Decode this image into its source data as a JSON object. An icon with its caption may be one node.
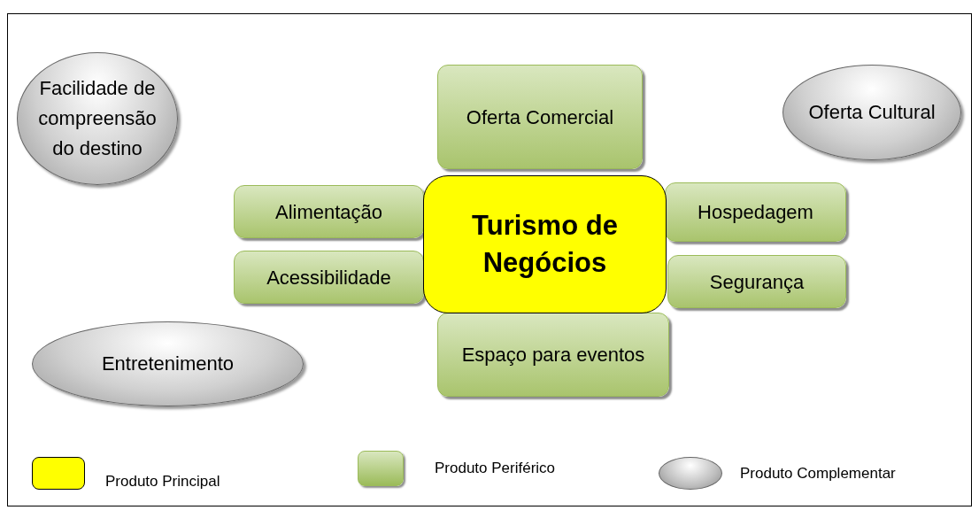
{
  "diagram": {
    "nodes": [
      {
        "text": [
          "Facilidade de compreensão do destino"
        ]
      },
      {
        "text": [
          "Oferta Comercial"
        ]
      },
      {
        "text": [
          "Oferta Cultural"
        ]
      },
      {
        "text": [
          "Alimentação"
        ]
      },
      {
        "text": [
          "Turismo de Negócios"
        ]
      },
      {
        "text": [
          "Hospedagem"
        ]
      },
      {
        "text": [
          "Acessibilidade"
        ]
      },
      {
        "text": [
          "Segurança"
        ]
      },
      {
        "text": [
          "Entretenimento"
        ]
      },
      {
        "text": [
          "Espaço para eventos"
        ]
      }
    ],
    "edges": [],
    "legend": [
      {
        "text": "Produto Principal",
        "color": "#ffff00"
      },
      {
        "text": "Produto Periférico",
        "color": "#9bbb59"
      },
      {
        "text": "Produto Complementar",
        "color": "#bfbfbf"
      }
    ]
  }
}
